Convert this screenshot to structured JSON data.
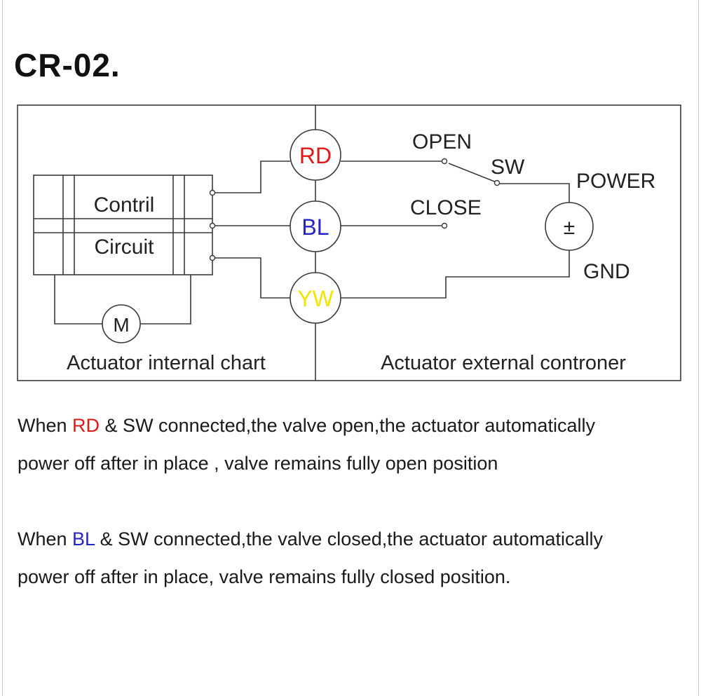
{
  "title": "CR-02.",
  "diagram": {
    "left_caption": "Actuator internal chart",
    "right_caption": "Actuator external controner",
    "control_circuit_line1": "Contril",
    "control_circuit_line2": "Circuit",
    "motor_label": "M",
    "wires": [
      {
        "label": "RD",
        "color": "#e01818"
      },
      {
        "label": "BL",
        "color": "#2424c8"
      },
      {
        "label": "YW",
        "color": "#f2e600"
      }
    ],
    "switch": {
      "open_label": "OPEN",
      "close_label": "CLOSE",
      "sw_label": "SW"
    },
    "power": {
      "power_label": "POWER",
      "symbol": "±",
      "gnd_label": "GND"
    },
    "line_color": "#3a3a3a"
  },
  "descriptions": [
    {
      "prefix": "When ",
      "wire": "RD",
      "wire_color": "#e01818",
      "rest_line1": " & SW connected,the valve open,the actuator automatically",
      "line2": "power off after in place , valve remains fully open position"
    },
    {
      "prefix": "When ",
      "wire": "BL",
      "wire_color": "#2424c8",
      "rest_line1": " & SW connected,the valve closed,the actuator automatically",
      "line2": "power off after in place, valve remains fully closed position."
    }
  ]
}
